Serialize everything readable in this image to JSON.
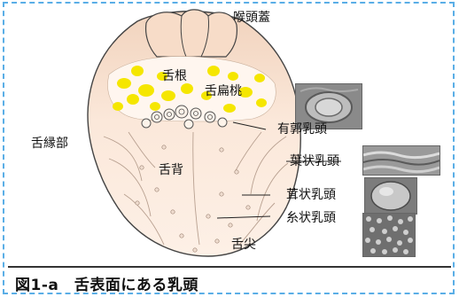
{
  "labels": {
    "epiglottis": "喉頭蓋",
    "root": "舌根",
    "tonsil": "舌扁桃",
    "circumvallate": "有郭乳頭",
    "margin": "舌縁部",
    "dorsum": "舌背",
    "foliate": "葉状乳頭",
    "fungiform": "茸状乳頭",
    "filiform": "糸状乳頭",
    "tip": "舌尖"
  },
  "caption": "図1-a　舌表面にある乳頭",
  "colors": {
    "tongue_fill": "#fbe7d9",
    "tongue_root": "#f3d8c4",
    "tonsil_yellow": "#f5e600",
    "outline": "#444444",
    "frame": "#5aaee6"
  }
}
